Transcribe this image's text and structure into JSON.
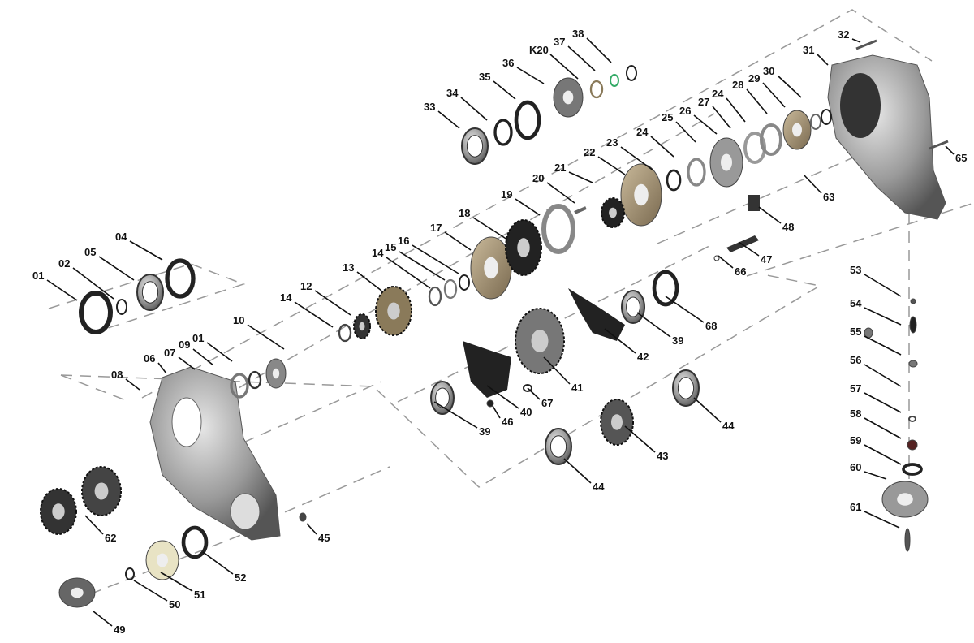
{
  "diagram": {
    "type": "exploded-parts-diagram",
    "callouts": [
      "01",
      "02",
      "05",
      "04",
      "14",
      "12",
      "13",
      "14",
      "15",
      "16",
      "17",
      "18",
      "19",
      "20",
      "21",
      "22",
      "23",
      "24",
      "25",
      "26",
      "27",
      "24",
      "28",
      "29",
      "30",
      "31",
      "32",
      "33",
      "34",
      "35",
      "36",
      "K20",
      "37",
      "38",
      "10",
      "06",
      "07",
      "09",
      "01",
      "08",
      "39",
      "40",
      "46",
      "67",
      "41",
      "42",
      "39",
      "68",
      "44",
      "43",
      "44",
      "48",
      "47",
      "66",
      "63",
      "65",
      "53",
      "54",
      "55",
      "56",
      "57",
      "58",
      "59",
      "60",
      "61",
      "62",
      "45",
      "52",
      "51",
      "50",
      "49"
    ]
  }
}
